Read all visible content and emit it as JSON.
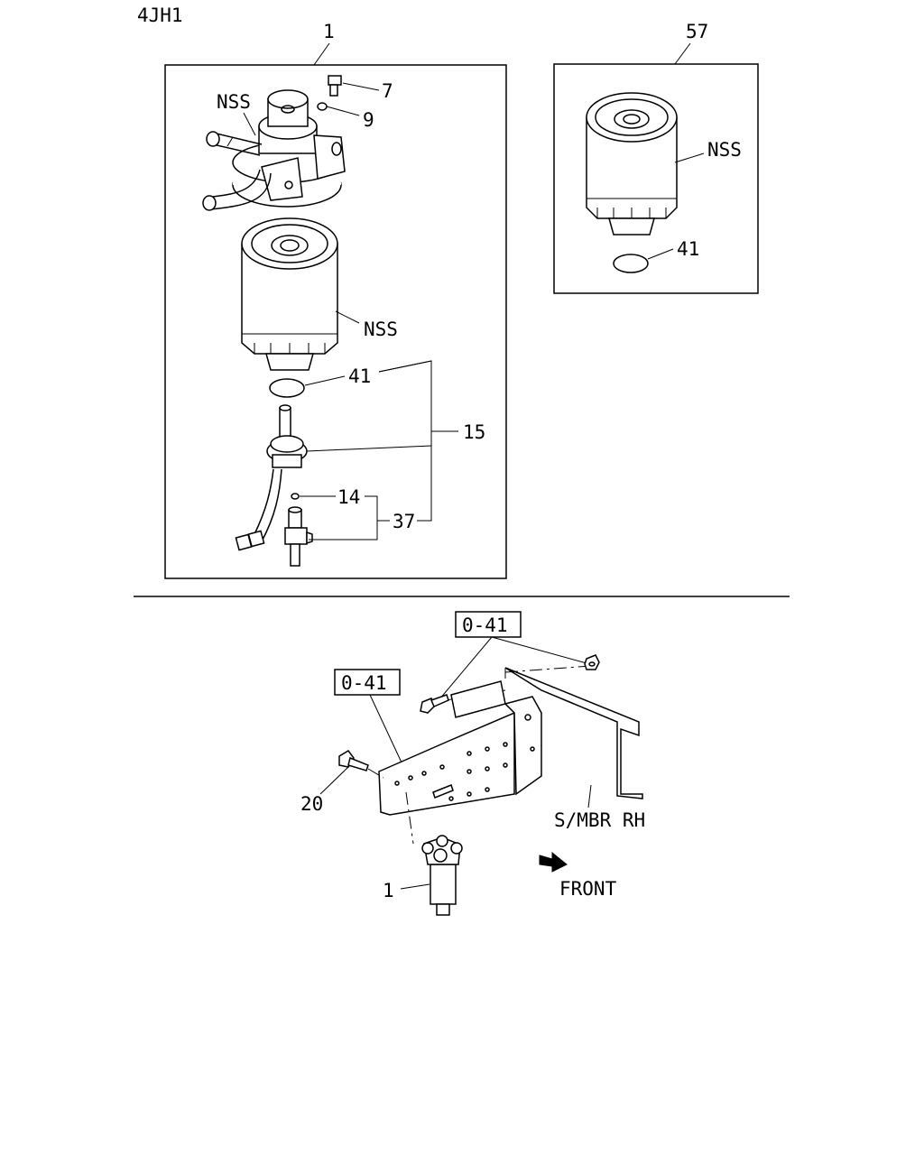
{
  "header": {
    "model_code": "4JH1"
  },
  "labels": {
    "assembly_1": "1",
    "nss_head": "NSS",
    "bolt_7": "7",
    "washer_9": "9",
    "nss_cartridge": "NSS",
    "oring_41": "41",
    "group_15": "15",
    "oring_14": "14",
    "group_37": "37",
    "kit_57": "57",
    "nss_kit": "NSS",
    "oring_41_kit": "41",
    "ref_top": "0-41",
    "ref_left": "0-41",
    "bolt_20": "20",
    "frame_label": "S/MBR RH",
    "front_label": "FRONT",
    "filter_1": "1"
  }
}
